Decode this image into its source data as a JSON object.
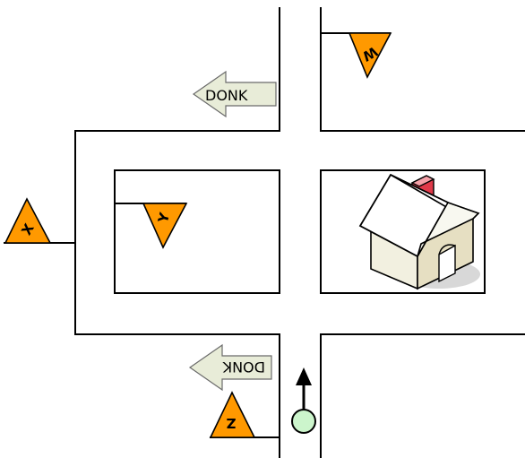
{
  "signs": {
    "top": "DONK",
    "bottom": "DONK"
  },
  "markers": {
    "w": "W",
    "x": "X",
    "y": "Y",
    "z": "Z"
  },
  "icons": {
    "house": "house-icon",
    "agent": "agent-marker-icon",
    "heading": "arrow-up-icon"
  },
  "colors": {
    "marker_fill": "#ff9900",
    "sign_fill": "#e8ecd8",
    "agent_fill": "#ccf5cc"
  }
}
